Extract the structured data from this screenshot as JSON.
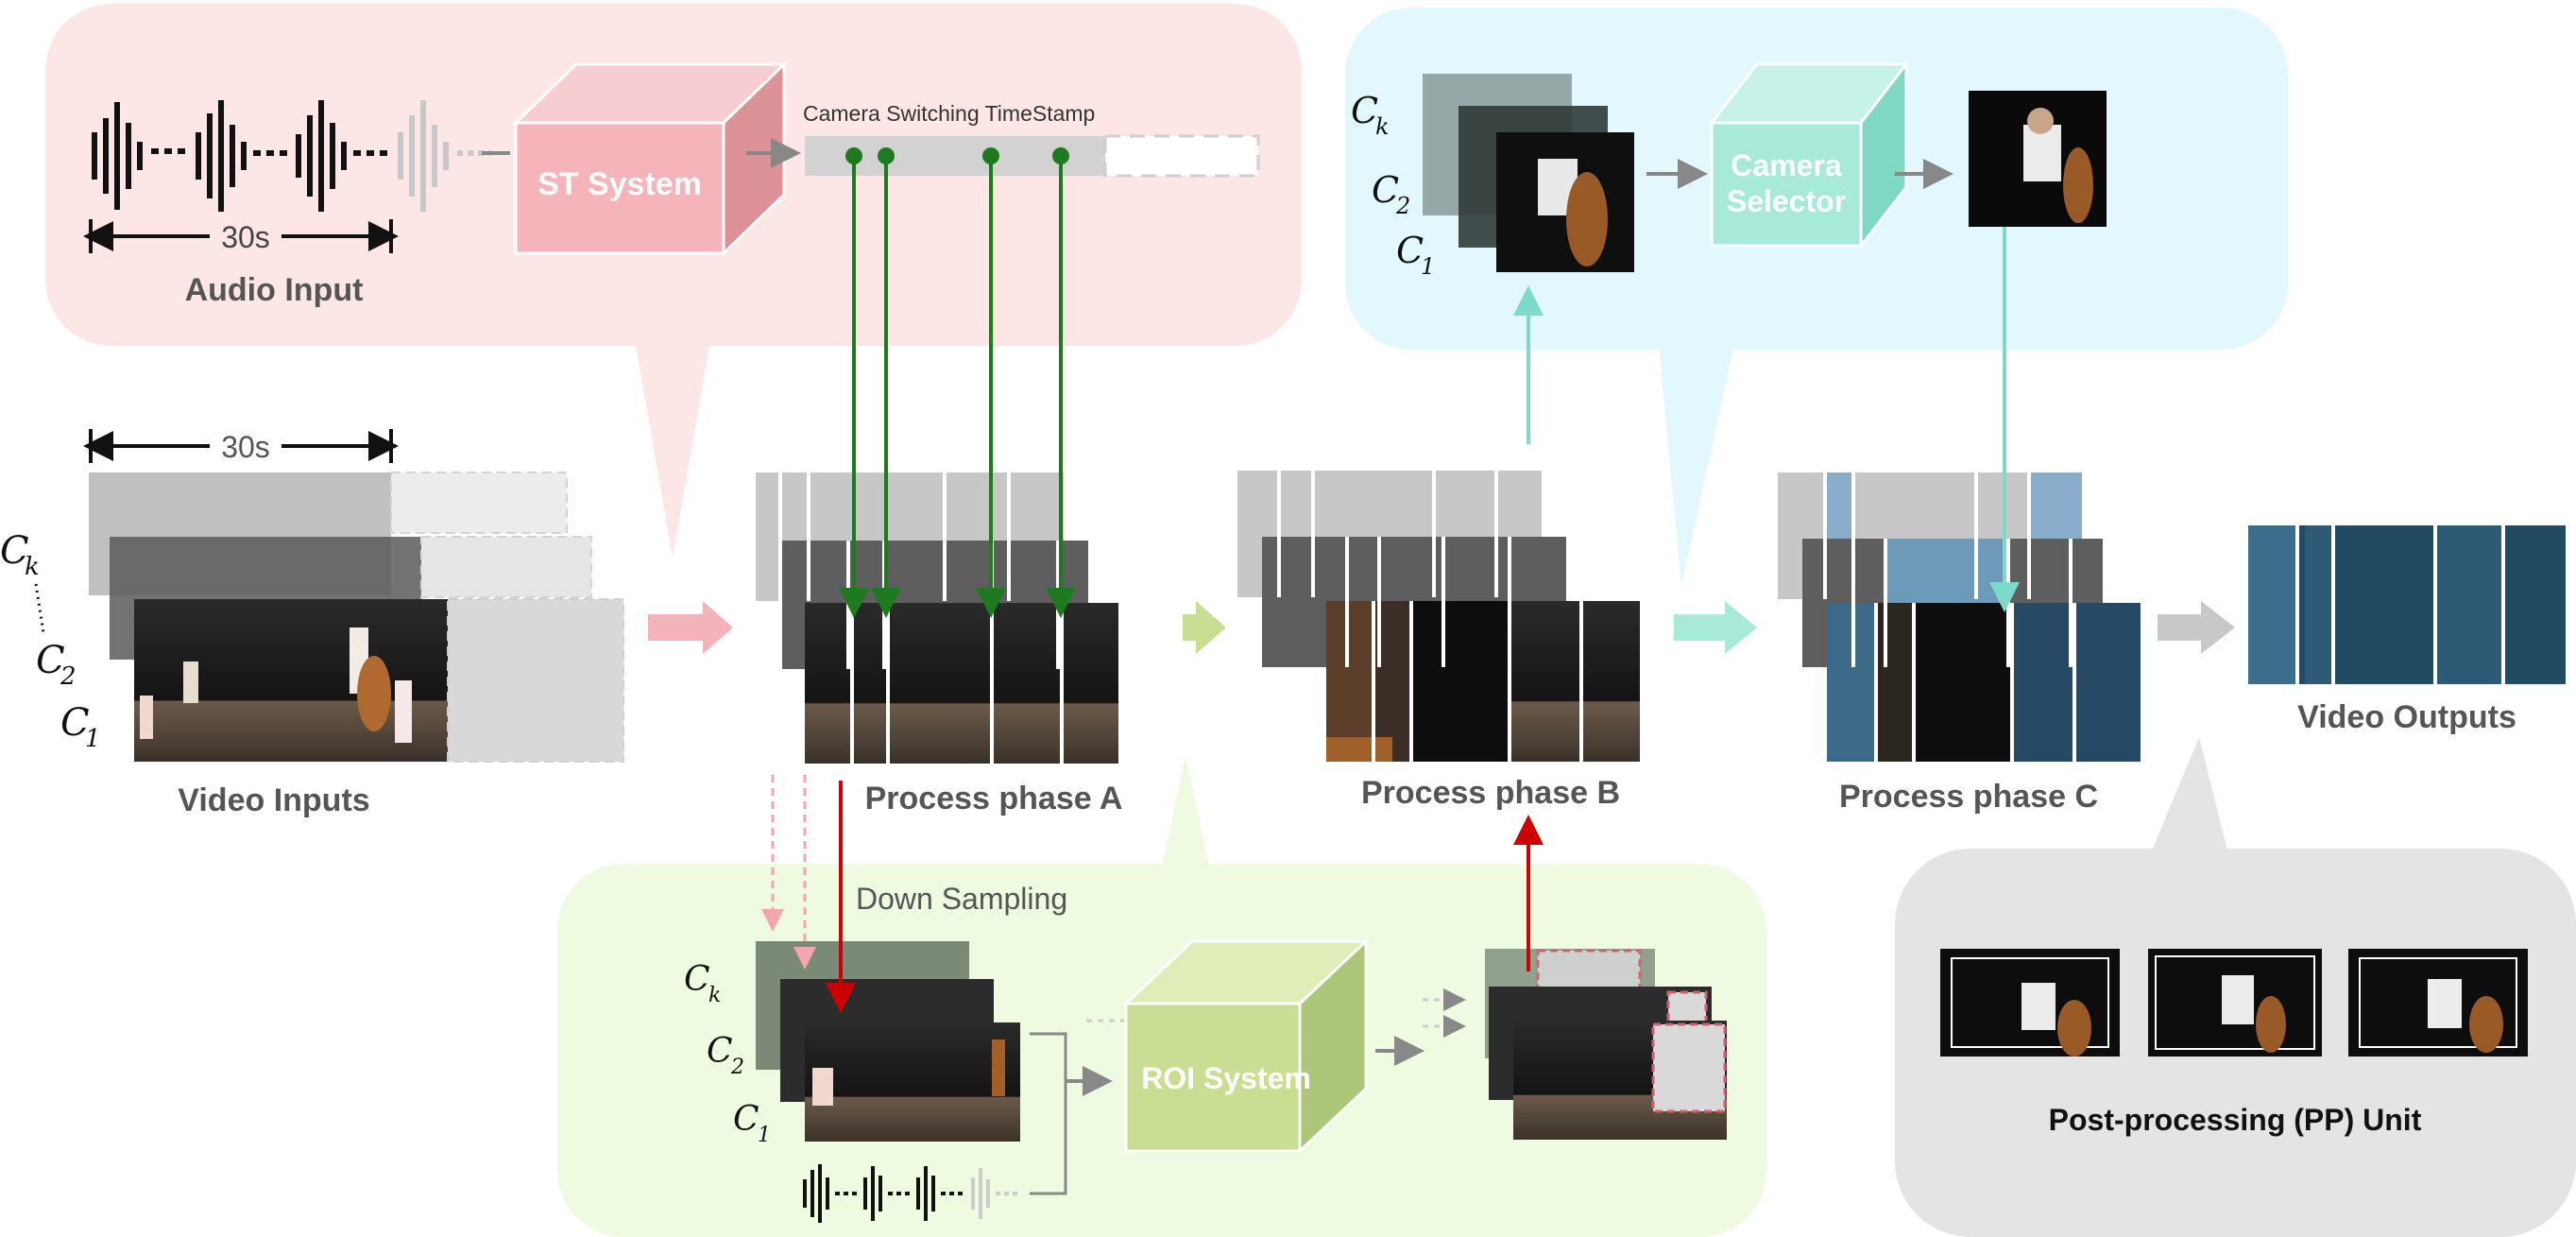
{
  "audio_panel": {
    "duration": "30s",
    "caption": "Audio Input",
    "system": "ST System",
    "timestamp_label": "Camera Switching TimeStamp"
  },
  "video_inputs": {
    "duration": "30s",
    "caption": "Video Inputs",
    "cameras": {
      "k": "k",
      "two": "2",
      "one": "1",
      "letter": "C"
    }
  },
  "phases": {
    "a": "Process phase A",
    "b": "Process phase B",
    "c": "Process phase C"
  },
  "camera_panel": {
    "system": [
      "Camera",
      "Selector"
    ]
  },
  "roi_panel": {
    "title": "Down Sampling",
    "system": "ROI System"
  },
  "outputs": {
    "caption": "Video Outputs"
  },
  "pp_panel": {
    "caption": "Post-processing (PP) Unit"
  },
  "colors": {
    "audio_panel": "#fde6e6",
    "camera_panel": "#e3f8fc",
    "roi_panel": "#eefbe0",
    "pp_panel": "#e4e4e4",
    "st_cube": "#f5b4b9",
    "camera_cube": "#a8ead9",
    "roi_cube": "#c9de93",
    "green_line": "#1f7a1f",
    "red_arrow": "#cc0000",
    "teal_arrow": "#7dd9c9"
  }
}
